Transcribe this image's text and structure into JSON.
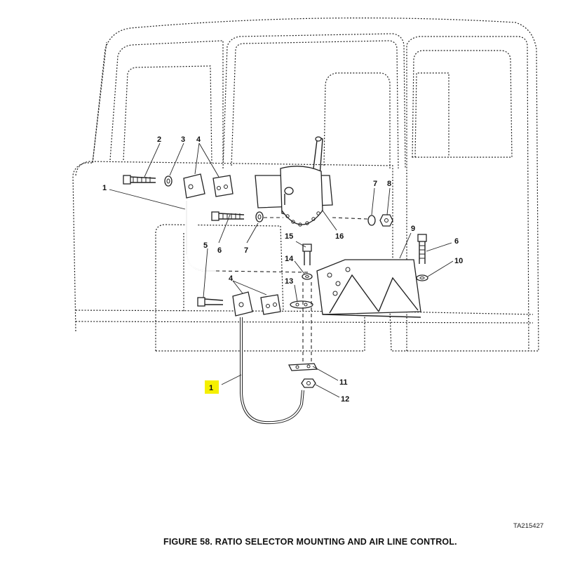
{
  "figure": {
    "caption": "FIGURE 58. RATIO SELECTOR MOUNTING AND AIR LINE CONTROL.",
    "code": "TA215427"
  },
  "callouts": {
    "c1_top": "1",
    "c1_bottom": "1",
    "c2": "2",
    "c3": "3",
    "c4_top": "4",
    "c4_mid": "4",
    "c5": "5",
    "c6_left": "6",
    "c6_right": "6",
    "c7_top": "7",
    "c7_left": "7",
    "c8": "8",
    "c9": "9",
    "c10": "10",
    "c11": "11",
    "c12": "12",
    "c13": "13",
    "c14": "14",
    "c15": "15",
    "c16": "16"
  },
  "highlight": {
    "color": "#f5f000"
  }
}
